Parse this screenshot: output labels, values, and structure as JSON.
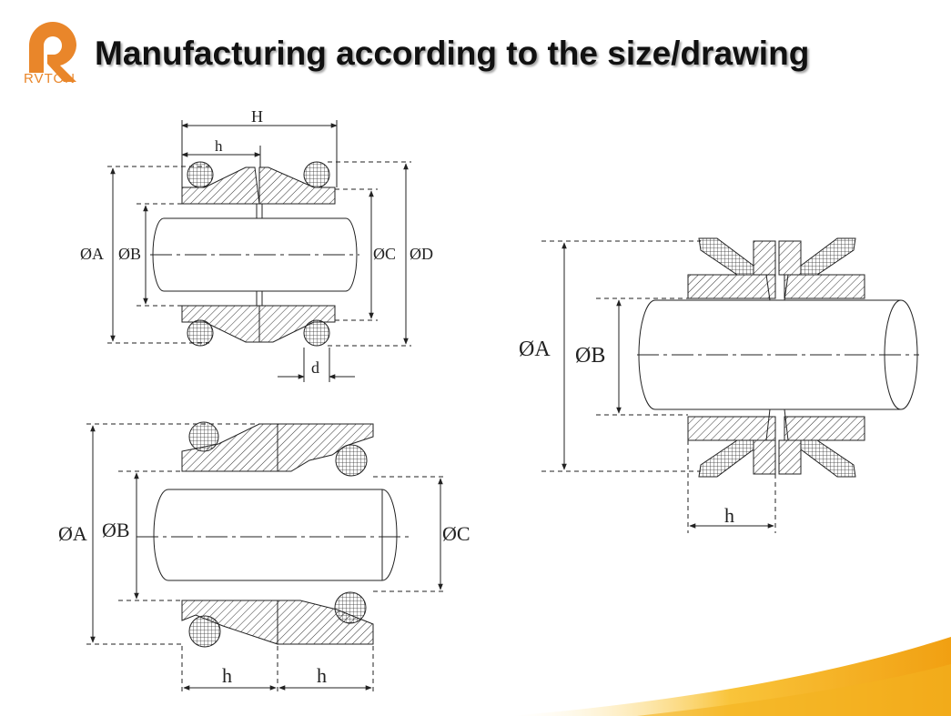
{
  "brand": {
    "name": "RVTON",
    "color": "#e9862a"
  },
  "title": "Manufacturing according to the size/drawing",
  "diagram1": {
    "H": "H",
    "h": "h",
    "A": "ØA",
    "B": "ØB",
    "C": "ØC",
    "D": "ØD",
    "d": "d"
  },
  "diagram2": {
    "A": "ØA",
    "B": "ØB",
    "C": "ØC",
    "h1": "h",
    "h2": "h"
  },
  "diagram3": {
    "A": "ØA",
    "B": "ØB",
    "h": "h"
  }
}
